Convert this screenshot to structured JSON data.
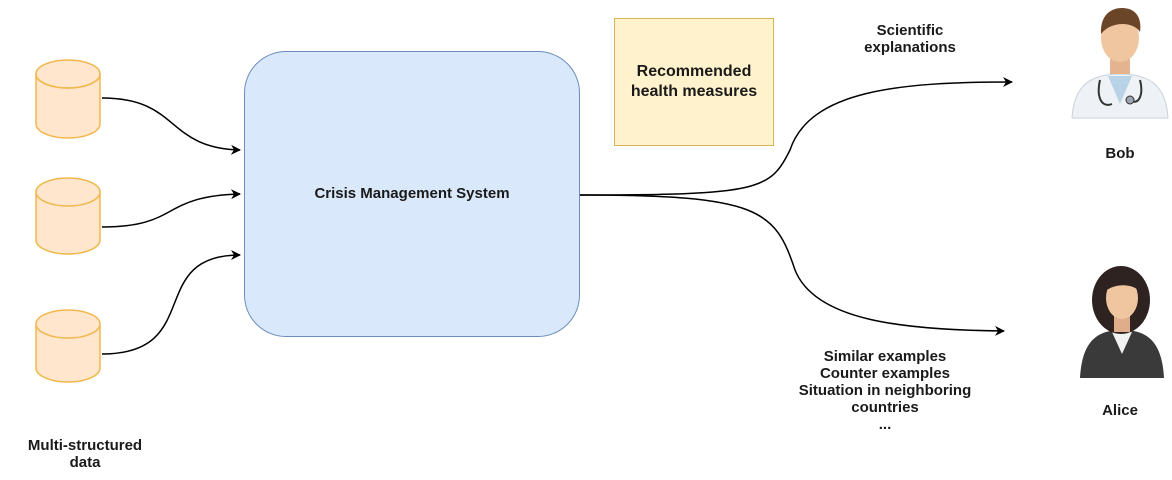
{
  "system": {
    "label": "Crisis Management System"
  },
  "note": {
    "label": "Recommended\nhealth measures"
  },
  "data_sources": {
    "label": "Multi-structured\ndata",
    "count": 3
  },
  "outputs": {
    "bob_message": "Scientific\nexplanations",
    "alice_message": "Similar examples\nCounter examples\nSituation in neighboring\ncountries\n..."
  },
  "people": {
    "bob": {
      "name": "Bob",
      "icon": "doctor-icon"
    },
    "alice": {
      "name": "Alice",
      "icon": "businesswoman-icon"
    }
  },
  "colors": {
    "system_fill": "#dae8fc",
    "system_stroke": "#6c8ebf",
    "note_fill": "#fff2cc",
    "note_stroke": "#d6b656",
    "db_fill": "#ffe6cc",
    "db_stroke": "#f0b84d"
  }
}
